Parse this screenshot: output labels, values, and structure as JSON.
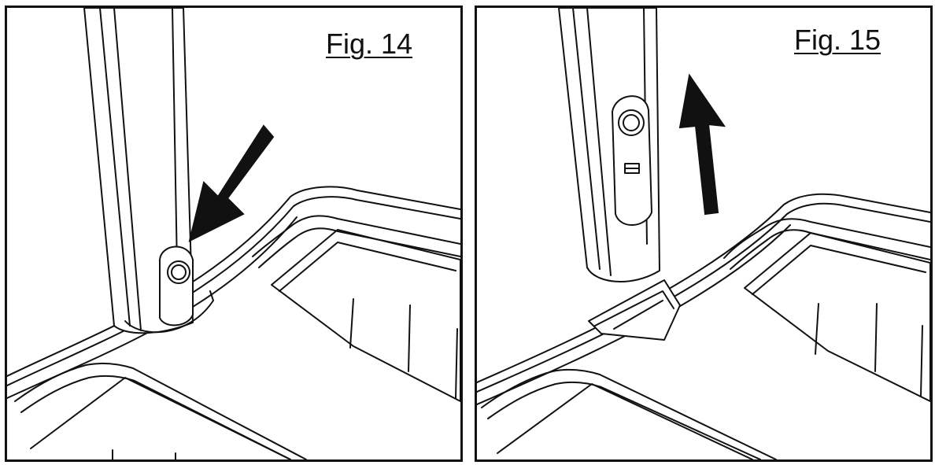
{
  "figures": [
    {
      "id": "fig14",
      "label": "Fig. 14",
      "arrow_direction": "down-left",
      "arrow_icon": "arrow-down-left-icon"
    },
    {
      "id": "fig15",
      "label": "Fig. 15",
      "arrow_direction": "up",
      "arrow_icon": "arrow-up-icon"
    }
  ],
  "colors": {
    "line": "#111111",
    "background": "#ffffff",
    "arrow": "#111111"
  }
}
